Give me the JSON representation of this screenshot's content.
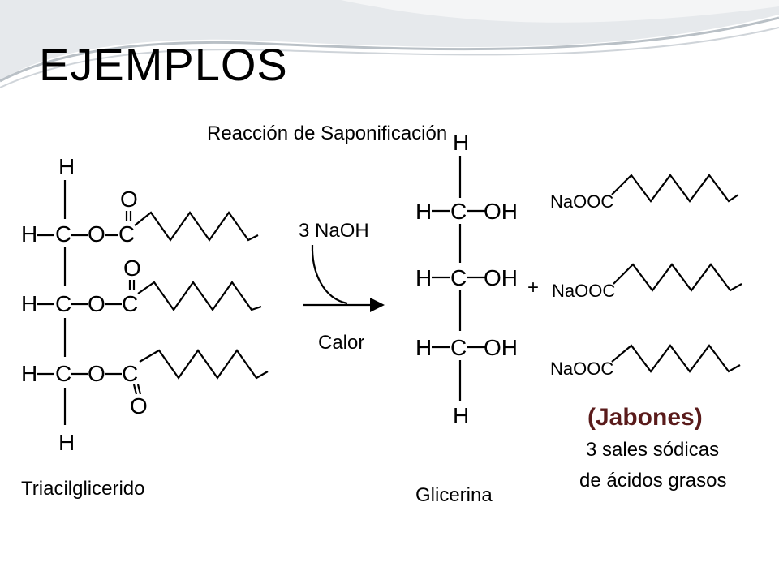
{
  "slide": {
    "title": "EJEMPLOS"
  },
  "reaction": {
    "title": "Reacción de Saponificación",
    "reagent": "3 NaOH",
    "condition": "Calor",
    "plus": "+",
    "reactant_label": "Triacilglicerido",
    "product1_label": "Glicerina",
    "product2_name": "(Jabones)",
    "product2_desc_line1": "3 sales sódicas",
    "product2_desc_line2": "de ácidos grasos",
    "soap_formula": "NaOOC"
  },
  "atoms": {
    "H": "H",
    "C": "C",
    "O": "O",
    "OH": "OH"
  },
  "colors": {
    "jabones": "#5a1b1b",
    "wave_light": "#d4d8dc",
    "wave_dark": "#9aa2aa"
  }
}
